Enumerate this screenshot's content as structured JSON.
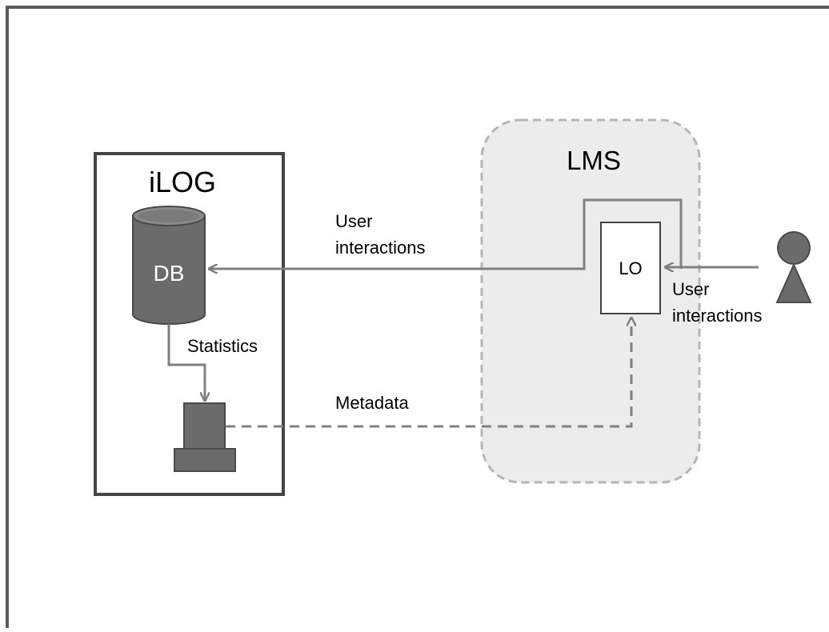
{
  "labels": {
    "ilog": "iLOG",
    "db": "DB",
    "lms": "LMS",
    "lo": "LO",
    "user_interactions_top_1": "User",
    "user_interactions_top_2": "interactions",
    "user_interactions_right_1": "User",
    "user_interactions_right_2": "interactions",
    "statistics": "Statistics",
    "metadata": "Metadata"
  },
  "icons": {
    "user": "person-icon",
    "database": "database-cylinder-icon",
    "processor": "stacked-box-icon"
  },
  "colors": {
    "frame": "#5a5a5a",
    "box_border": "#444444",
    "cylinder": "#6b6b6b",
    "cylinder_top": "#8a8a8a",
    "lms_fill": "#ececec",
    "lms_border": "#b5b5b5",
    "arrow": "#808080",
    "text": "#000000"
  }
}
